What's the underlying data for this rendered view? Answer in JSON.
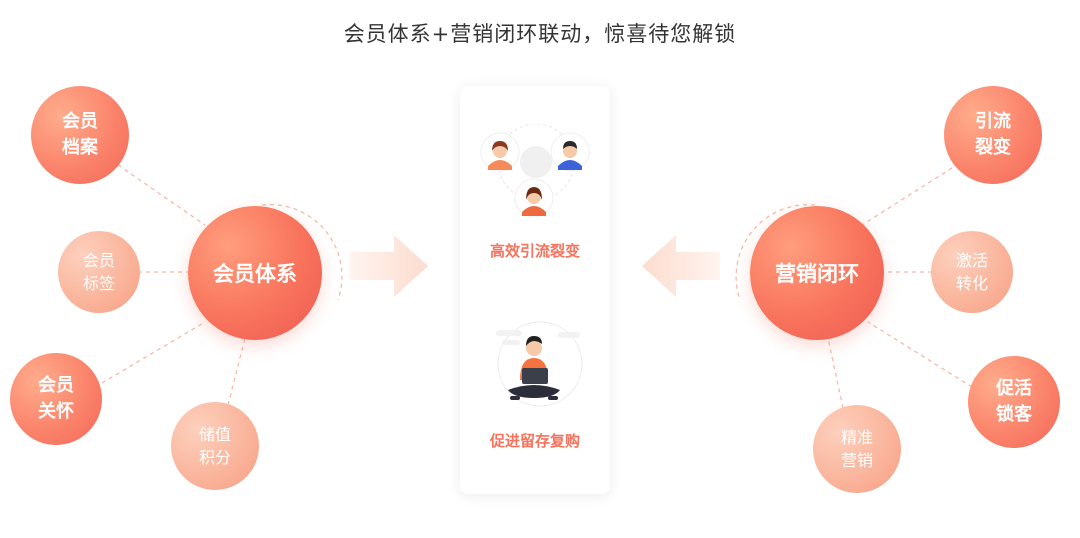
{
  "title": "会员体系+营销闭环联动，惊喜待您解锁",
  "left_hub": {
    "label": "会员体系"
  },
  "right_hub": {
    "label": "营销闭环"
  },
  "left_nodes": [
    {
      "line1": "会员",
      "line2": "档案"
    },
    {
      "line1": "会员",
      "line2": "标签"
    },
    {
      "line1": "会员",
      "line2": "关怀"
    },
    {
      "line1": "储值",
      "line2": "积分"
    }
  ],
  "right_nodes": [
    {
      "line1": "引流",
      "line2": "裂变"
    },
    {
      "line1": "激活",
      "line2": "转化"
    },
    {
      "line1": "促活",
      "line2": "锁客"
    },
    {
      "line1": "精准",
      "line2": "营销"
    }
  ],
  "center": {
    "top_label": "高效引流裂变",
    "bottom_label": "促进留存复购"
  },
  "colors": {
    "accent": "#f7735d",
    "dashed_line": "#f7b9a6",
    "arrow": "#fde8df"
  }
}
